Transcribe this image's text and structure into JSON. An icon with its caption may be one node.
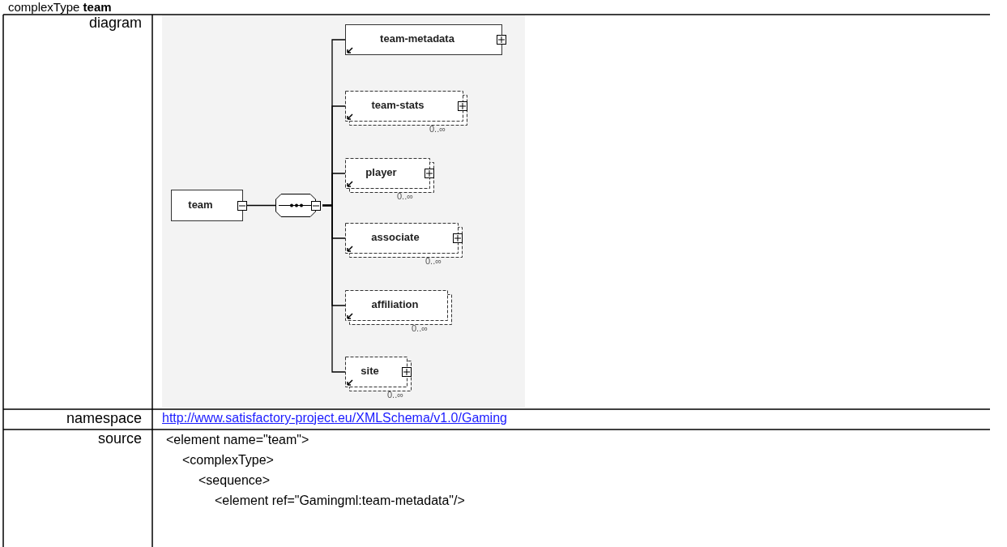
{
  "diagram": {
    "title": "complexType **team**",
    "nodes": [
      {
        "text": [
          "team"
        ]
      },
      {
        "text": [],
        "shape": "octagon"
      },
      {
        "text": [
          "team-metadata"
        ]
      },
      {
        "text": [
          "team-stats"
        ],
        "beside": [
          "0..∞"
        ]
      },
      {
        "text": [
          "player"
        ],
        "beside": [
          "0..∞"
        ]
      },
      {
        "text": [
          "associate"
        ],
        "beside": [
          "0..∞"
        ]
      },
      {
        "text": [
          "affiliation"
        ],
        "beside": [
          "0..∞"
        ]
      },
      {
        "text": [
          "site"
        ],
        "beside": [
          "0..∞"
        ]
      }
    ],
    "edges": [
      {
        "from": 0,
        "to": 1,
        "arrow": "none"
      },
      {
        "from": 1,
        "to": 2,
        "arrow": "none"
      },
      {
        "from": 1,
        "to": 3,
        "arrow": "none"
      },
      {
        "from": 1,
        "to": 4,
        "arrow": "none"
      },
      {
        "from": 1,
        "to": 5,
        "arrow": "none"
      },
      {
        "from": 1,
        "to": 6,
        "arrow": "none"
      },
      {
        "from": 1,
        "to": 7,
        "arrow": "none"
      }
    ],
    "labels": [
      "diagram",
      "namespace",
      "http://www.satisfactory-project.eu/XMLSchema/v1.0/Gaming",
      "source",
      "<element name=\"team\">",
      "<complexType>",
      "<sequence>",
      "<element ref=\"Gamingml:team-metadata\"/>"
    ]
  }
}
